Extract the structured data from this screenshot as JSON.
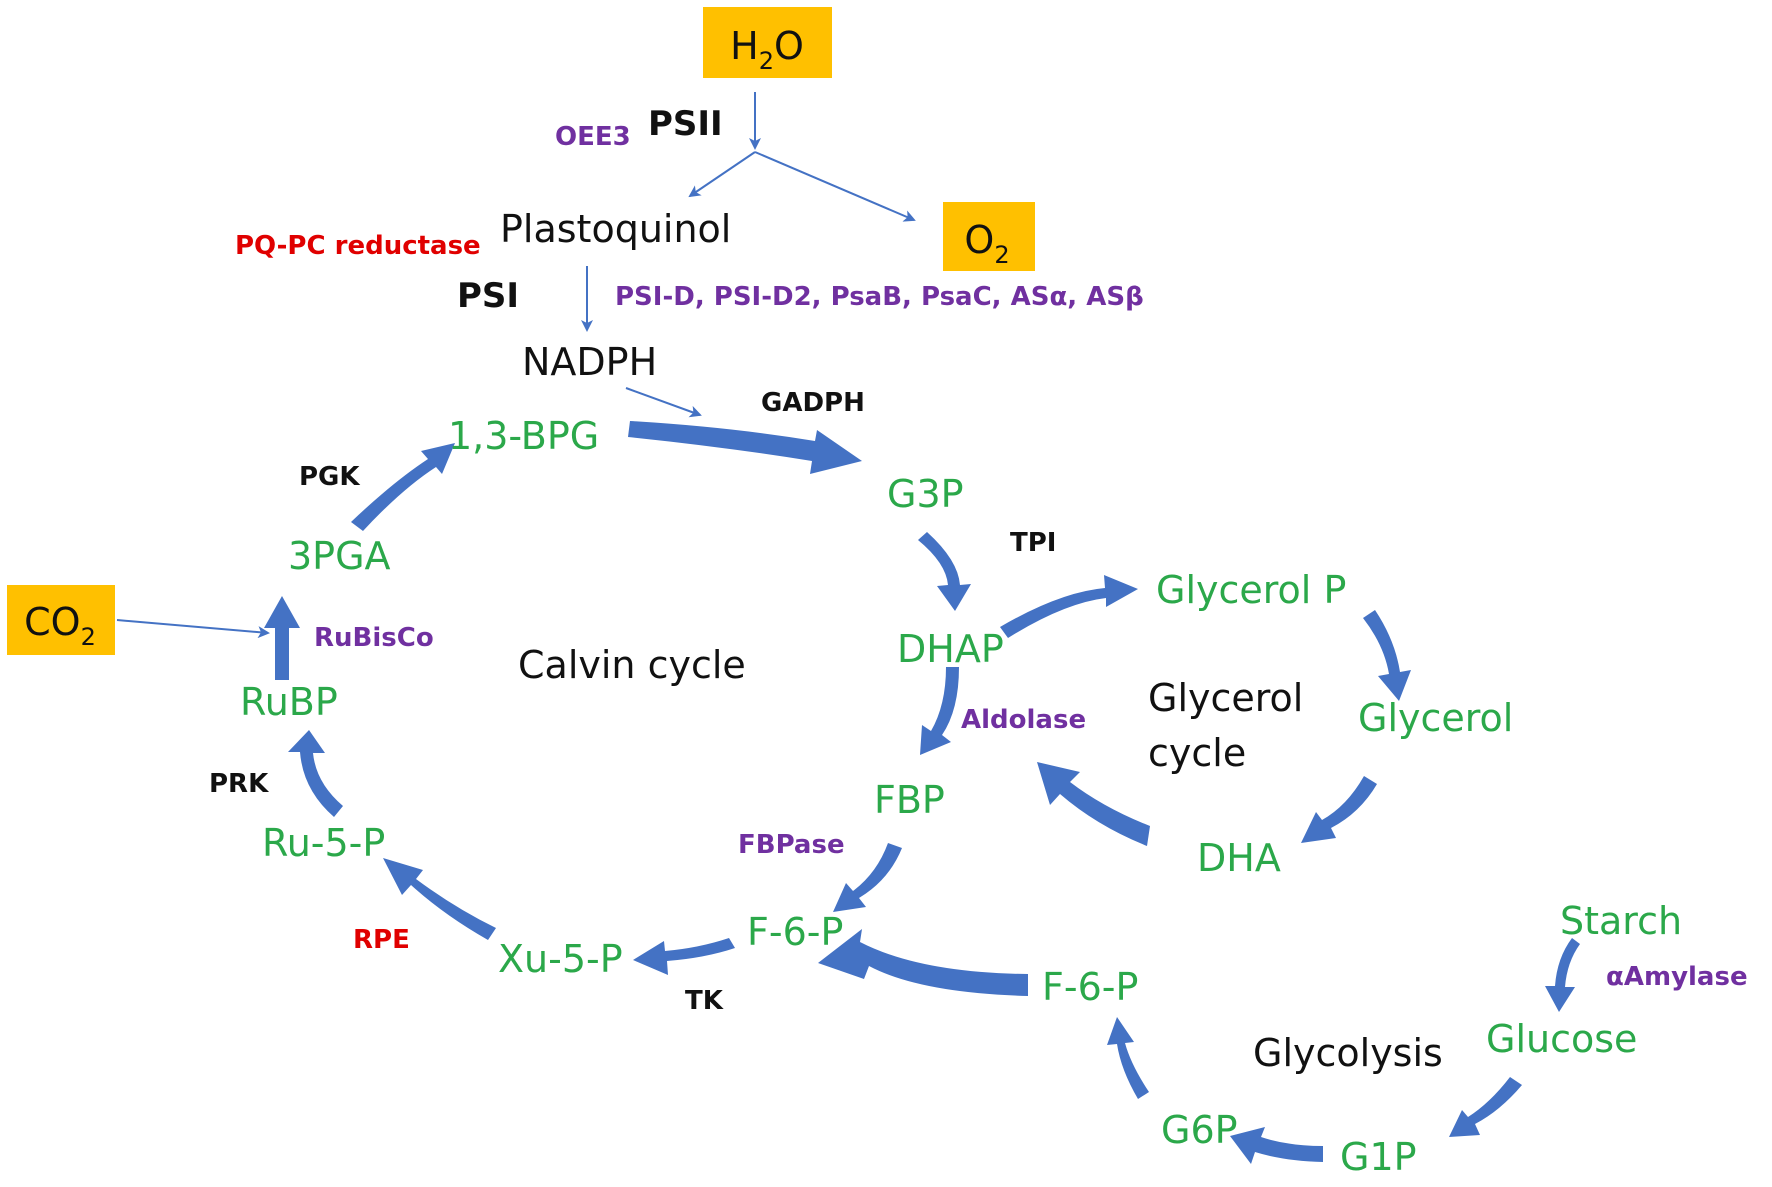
{
  "boxes": {
    "h2o": {
      "main": "H",
      "sub": "2",
      "tail": "O"
    },
    "o2": {
      "main": "O",
      "sub": "2"
    },
    "co2": {
      "main": "CO",
      "sub": "2"
    }
  },
  "light_reactions": {
    "psii": "PSII",
    "oee3": "OEE3",
    "plastoquinol": "Plastoquinol",
    "pq_pc_reductase": "PQ-PC reductase",
    "psi": "PSI",
    "psi_proteins": "PSI-D, PSI-D2, PsaB, PsaC, ASα, ASβ",
    "nadph": "NADPH"
  },
  "calvin_cycle": {
    "label": "Calvin cycle",
    "metabolites": {
      "bpg": "1,3-BPG",
      "g3p": "G3P",
      "dhap": "DHAP",
      "fbp": "FBP",
      "f6p": "F-6-P",
      "xu5p": "Xu-5-P",
      "ru5p": "Ru-5-P",
      "rubp": "RuBP",
      "pga": "3PGA"
    },
    "enzymes": {
      "gadph": "GADPH",
      "tpi": "TPI",
      "aldolase": "Aldolase",
      "fbpase": "FBPase",
      "tk": "TK",
      "rpe": "RPE",
      "prk": "PRK",
      "rubisco": "RuBisCo",
      "pgk": "PGK"
    }
  },
  "glycerol_cycle": {
    "label_line1": "Glycerol",
    "label_line2": "cycle",
    "metabolites": {
      "glycerol_p": "Glycerol P",
      "glycerol": "Glycerol",
      "dha": "DHA"
    }
  },
  "glycolysis": {
    "label": "Glycolysis",
    "metabolites": {
      "starch": "Starch",
      "glucose": "Glucose",
      "g1p": "G1P",
      "g6p": "G6P",
      "f6p": "F-6-P"
    },
    "enzymes": {
      "amylase": "αAmylase"
    }
  },
  "colors": {
    "box_fill": "#ffc000",
    "arrow": "#4472c4",
    "metabolite": "#2ba84a",
    "enzyme_purple": "#7030a0",
    "enzyme_red": "#e00000",
    "enzyme_black": "#111111"
  }
}
